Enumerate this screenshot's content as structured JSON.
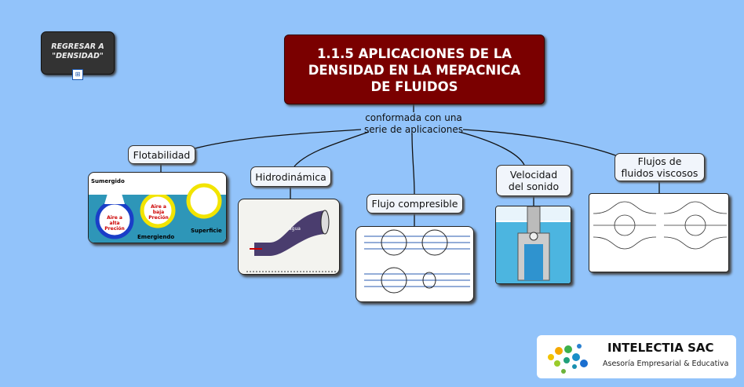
{
  "back_button": {
    "label": "REGRESAR A \"DENSIDAD\"",
    "icon": "concept-map-icon"
  },
  "title": "1.1.5 APLICACIONES DE LA DENSIDAD EN LA MEPACNICA DE FLUIDOS",
  "linking_phrase": "conformada con una serie de aplicaciones",
  "nodes": [
    {
      "label": "Flotabilidad"
    },
    {
      "label": "Hidrodinámica"
    },
    {
      "label": "Flujo compresible"
    },
    {
      "label": "Velocidad del sonido"
    },
    {
      "label": "Flujos de fluidos viscosos"
    }
  ],
  "images": {
    "flotabilidad": {
      "sumergido": "Sumergido",
      "emergiendo": "Emergiendo",
      "superficie": "Superficie",
      "alta": "Aire a alta Preción",
      "baja": "Aire a baja Preción"
    },
    "hidrodinamica": {
      "agua": "agua"
    }
  },
  "logo": {
    "name": "INTELECTIA SAC",
    "tagline": "Asesoría Empresarial & Educativa"
  },
  "colors": {
    "background": "#92c3fa",
    "title_bg": "#7a0000",
    "back_bg": "#333333"
  }
}
